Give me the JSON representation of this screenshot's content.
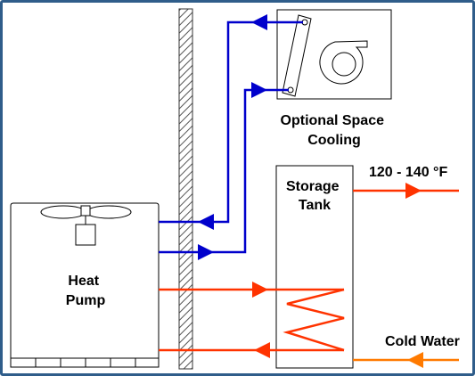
{
  "labels": {
    "heat_pump": [
      "Heat",
      "Pump"
    ],
    "space_cooling": [
      "Optional Space",
      "Cooling"
    ],
    "storage_tank": [
      "Storage",
      "Tank"
    ],
    "hot_temp": "120 - 140 °F",
    "cold_water": "Cold Water"
  },
  "colors": {
    "refrigerant_line": "#0000cc",
    "hot_water_line": "#ff3300",
    "cold_water_line": "#ff7a00",
    "frame": "#2f5d8a",
    "wall_hatch": "#555555"
  },
  "icons": [
    "fan-icon",
    "blower-icon",
    "flow-arrow-icon",
    "heat-exchanger-coil"
  ]
}
